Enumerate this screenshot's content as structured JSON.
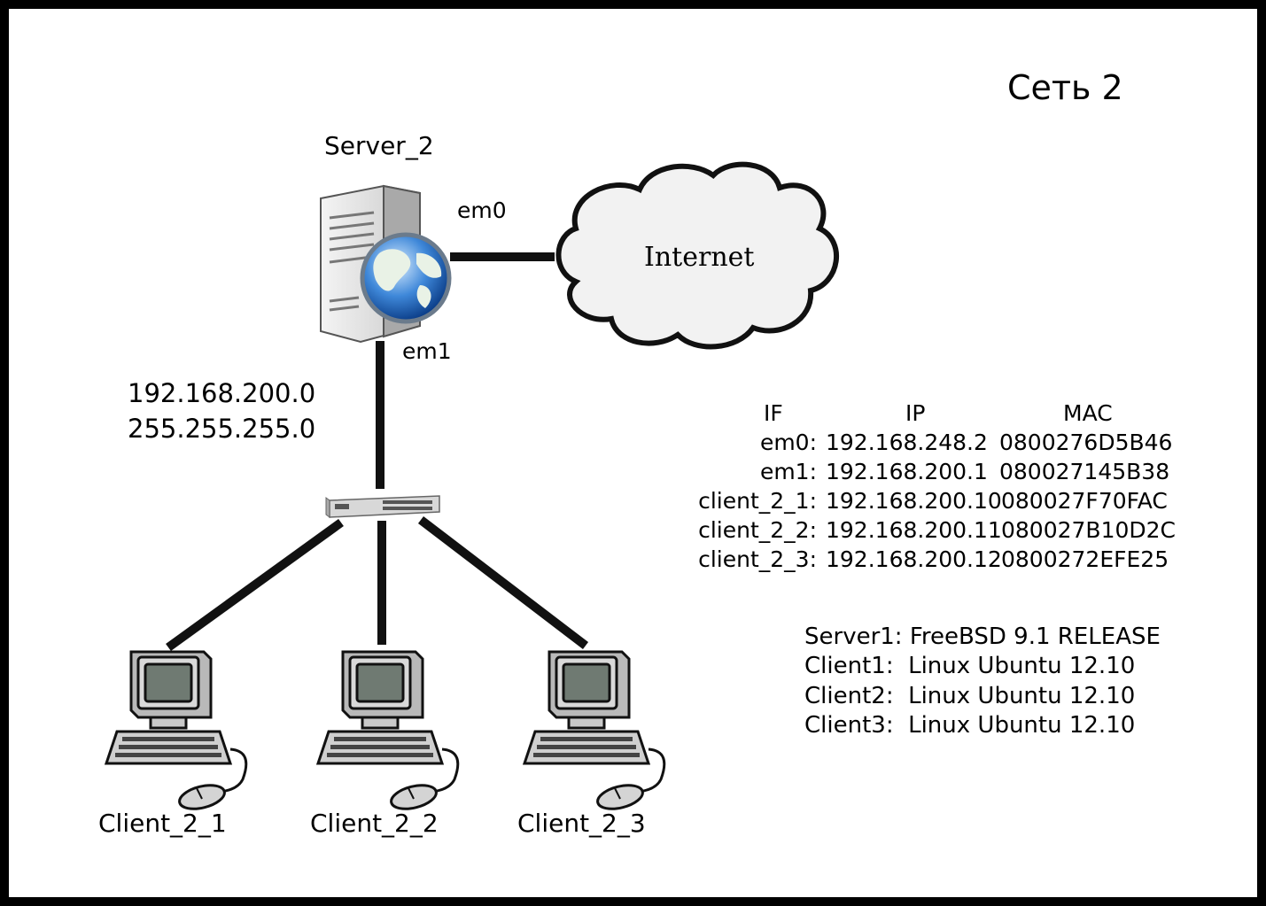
{
  "title": "Сеть 2",
  "server": {
    "name": "Server_2",
    "if_wan": "em0",
    "if_lan": "em1"
  },
  "internet": {
    "label": "Internet"
  },
  "network": {
    "address": "192.168.200.0",
    "mask": "255.255.255.0"
  },
  "clients": [
    {
      "name": "Client_2_1"
    },
    {
      "name": "Client_2_2"
    },
    {
      "name": "Client_2_3"
    }
  ],
  "address_table": {
    "headers": {
      "if": "IF",
      "ip": "IP",
      "mac": "MAC"
    },
    "rows": [
      {
        "if": "em0:",
        "ip": "192.168.248.2",
        "mac": "0800276D5B46"
      },
      {
        "if": "em1:",
        "ip": "192.168.200.1",
        "mac": "080027145B38"
      },
      {
        "if": "client_2_1:",
        "ip": "192.168.200.10",
        "mac": "080027F70FAC"
      },
      {
        "if": "client_2_2:",
        "ip": "192.168.200.11",
        "mac": "080027B10D2C"
      },
      {
        "if": "client_2_3:",
        "ip": "192.168.200.12",
        "mac": "0800272EFE25"
      }
    ]
  },
  "os_list": [
    "Server1: FreeBSD 9.1 RELEASE",
    "Client1:  Linux Ubuntu 12.10",
    "Client2:  Linux Ubuntu 12.10",
    "Client3:  Linux Ubuntu 12.10"
  ]
}
